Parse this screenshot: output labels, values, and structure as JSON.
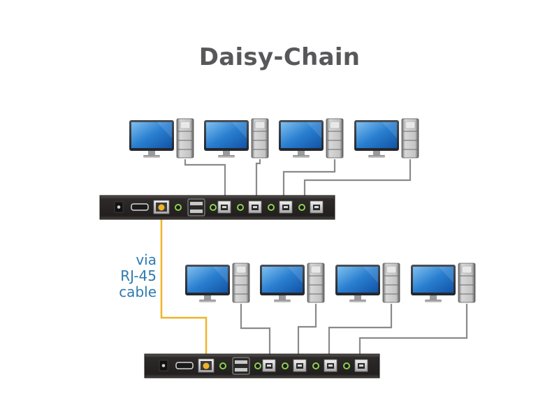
{
  "title": "Daisy-Chain",
  "connection_label": {
    "lines": [
      "via",
      "RJ-45",
      "cable"
    ]
  },
  "colors": {
    "title": "#58585a",
    "label": "#2e7ab0",
    "rj45_cable": "#f0b429",
    "usb_cable": "#8a8a8a",
    "unit_body": "#2f2b2a",
    "audio_ring": "#8fd14f"
  },
  "units": [
    {
      "name": "kvm-switch-primary",
      "ports": [
        "dc-power",
        "hdmi",
        "rj45-daisy-chain",
        "audio",
        "usb-a-dual",
        "audio",
        "usb-b",
        "audio",
        "usb-b",
        "audio",
        "usb-b",
        "audio",
        "usb-b"
      ],
      "computers": 4
    },
    {
      "name": "kvm-switch-secondary",
      "ports": [
        "dc-power",
        "hdmi",
        "rj45-daisy-chain",
        "audio",
        "usb-a-dual",
        "audio",
        "usb-b",
        "audio",
        "usb-b",
        "audio",
        "usb-b",
        "audio",
        "usb-b"
      ],
      "computers": 4
    }
  ],
  "icons": [
    "monitor-icon",
    "pc-tower-icon",
    "usb-b-port-icon",
    "audio-jack-icon",
    "rj45-port-icon",
    "hdmi-port-icon",
    "dc-power-port-icon",
    "usb-a-port-icon"
  ]
}
